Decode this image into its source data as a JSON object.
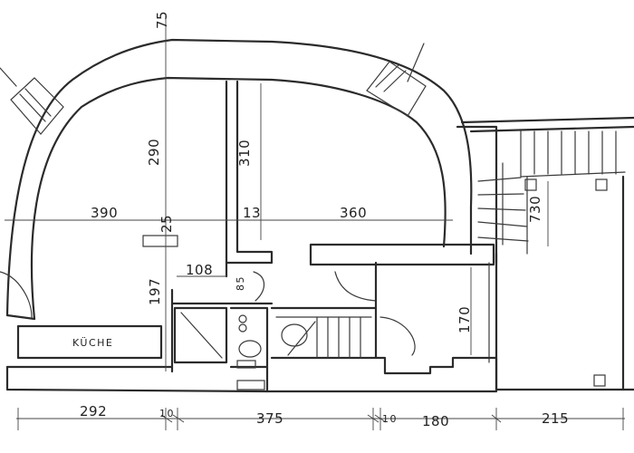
{
  "room_label": "KÜCHE",
  "dimensions": {
    "top_wall": "75",
    "left_height": "290",
    "mid_height": "310",
    "left_width": "390",
    "small_a": "25",
    "small_b": "13",
    "right_width": "360",
    "stair_height": "730",
    "lower_width": "108",
    "lower_gap": "85",
    "lower_height": "197",
    "right_lower_height": "170",
    "bottom_left": "292",
    "bottom_gap1": "10",
    "bottom_mid": "375",
    "bottom_gap2": "10",
    "bottom_right1": "180",
    "bottom_right2": "215"
  }
}
